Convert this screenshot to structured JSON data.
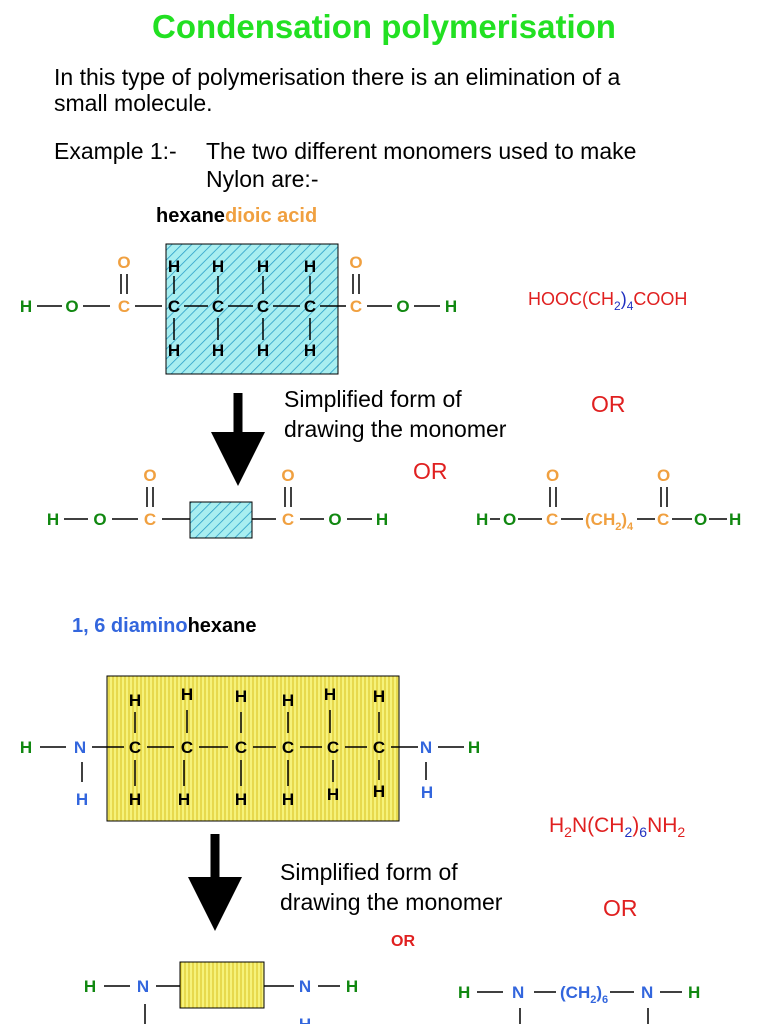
{
  "title": "Condensation polymerisation",
  "intro_line1": "In this type of polymerisation there is an elimination of a",
  "intro_line2": "small molecule.",
  "example_label": "Example 1:-",
  "example_line1": "The two different monomers used to make",
  "example_line2": "Nylon are:-",
  "acid": {
    "name_part1": "hexane",
    "name_part2": "dioic acid",
    "formula": {
      "a": "HOOC(CH",
      "b": "2",
      "c": ")",
      "d": "4",
      "e": "COOH"
    },
    "short_formula": {
      "a": "(CH",
      "b": "2",
      "c": ")",
      "d": "4"
    }
  },
  "simplified_line1": "Simplified form of",
  "simplified_line2": "drawing the monomer",
  "or": "OR",
  "diamine": {
    "name_part1": "1, 6 diamino",
    "name_part2": "hexane",
    "formula": {
      "a": "H",
      "b": "2",
      "c": "N(CH",
      "d": "2",
      "e": ")",
      "f": "6",
      "g": "NH",
      "h": "2"
    },
    "short_formula": {
      "a": "(CH",
      "b": "2",
      "c": ")",
      "d": "6"
    }
  },
  "atoms": {
    "H": "H",
    "O": "O",
    "C": "C",
    "N": "N"
  },
  "colors": {
    "title": "#22e022",
    "hydrogen_oxygen": "#118811",
    "carbon_acid": "#f0a040",
    "nitrogen": "#3366dd",
    "formula_red": "#e02020",
    "formula_blue": "#2030c0",
    "acid_box": "#a8eef0",
    "amine_box": "#f6f27a"
  }
}
